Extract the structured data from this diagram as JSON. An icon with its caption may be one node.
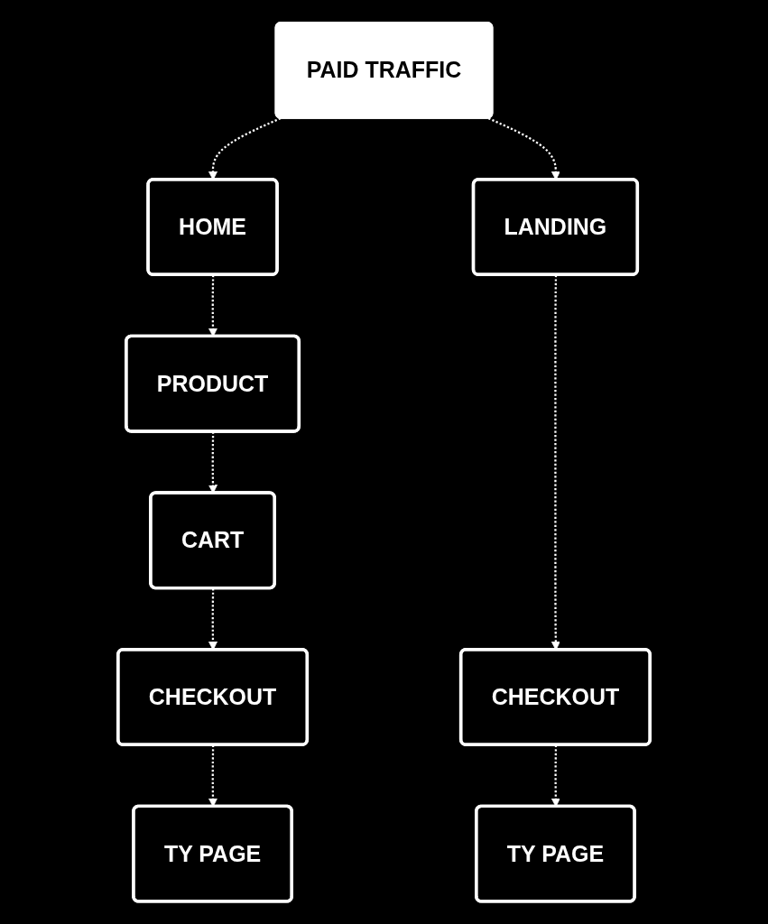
{
  "diagram": {
    "nodes": [
      {
        "text": [
          "PAID TRAFFIC"
        ]
      },
      {
        "text": [
          "HOME"
        ]
      },
      {
        "text": [
          "LANDING"
        ]
      },
      {
        "text": [
          "PRODUCT"
        ]
      },
      {
        "text": [
          "CART"
        ]
      },
      {
        "text": [
          "CHECKOUT"
        ]
      },
      {
        "text": [
          "CHECKOUT"
        ]
      },
      {
        "text": [
          "TY PAGE"
        ]
      },
      {
        "text": [
          "TY PAGE"
        ]
      }
    ],
    "edges": [
      {
        "from": 0,
        "to": 1,
        "arrow": "to",
        "style": "dashed"
      },
      {
        "from": 0,
        "to": 2,
        "arrow": "to",
        "style": "dashed"
      },
      {
        "from": 1,
        "to": 3,
        "arrow": "to",
        "style": "dashed"
      },
      {
        "from": 3,
        "to": 4,
        "arrow": "to",
        "style": "dashed"
      },
      {
        "from": 4,
        "to": 5,
        "arrow": "to",
        "style": "dashed"
      },
      {
        "from": 5,
        "to": 7,
        "arrow": "to",
        "style": "dashed"
      },
      {
        "from": 2,
        "to": 6,
        "arrow": "to",
        "style": "dashed"
      },
      {
        "from": 6,
        "to": 8,
        "arrow": "to",
        "style": "dashed"
      }
    ]
  }
}
